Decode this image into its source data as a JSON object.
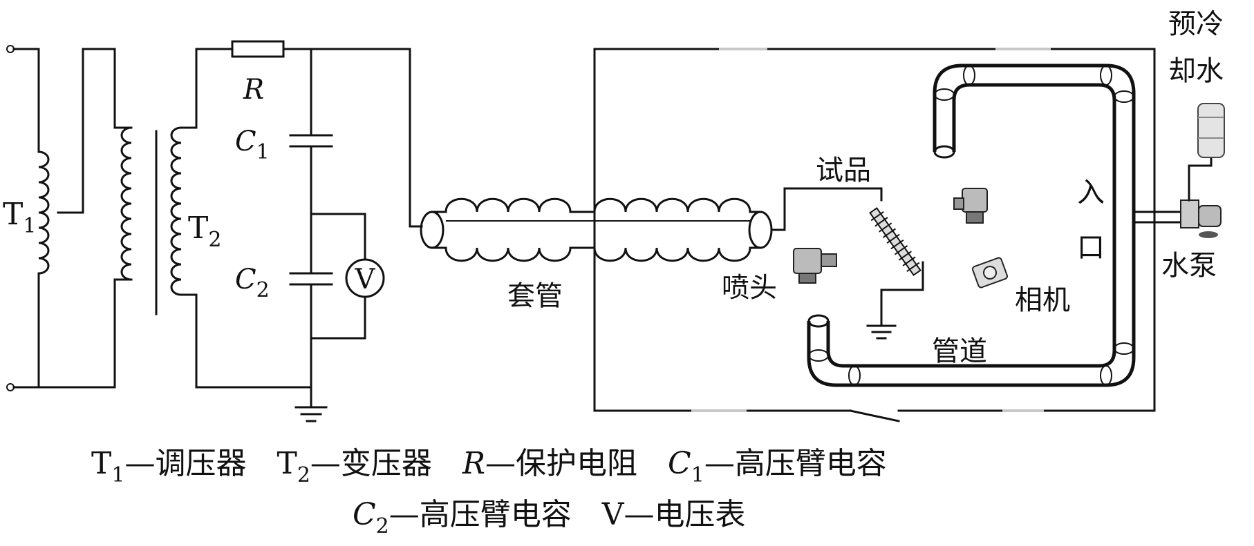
{
  "labels": {
    "t1": "T",
    "t1_sub": "1",
    "t2": "T",
    "t2_sub": "2",
    "r": "R",
    "c1": "C",
    "c1_sub": "1",
    "c2": "C",
    "c2_sub": "2",
    "v": "V",
    "bushing": "套管",
    "sample": "试品",
    "nozzle": "喷头",
    "camera": "相机",
    "pipe": "管道",
    "inlet_1": "入",
    "inlet_2": "口",
    "precool_1": "预冷",
    "precool_2": "却水",
    "pump": "水泵"
  },
  "legend": {
    "line1": [
      "T",
      "1",
      "—调压器　T",
      "2",
      "—变压器　",
      "R",
      "—保护电阻　",
      "C",
      "1",
      "—高压臂电容"
    ],
    "line2": [
      "C",
      "2",
      "—高压臂电容　V—电压表"
    ]
  },
  "colors": {
    "ink": "#111111",
    "gray_gap": "#c8c8c8"
  }
}
